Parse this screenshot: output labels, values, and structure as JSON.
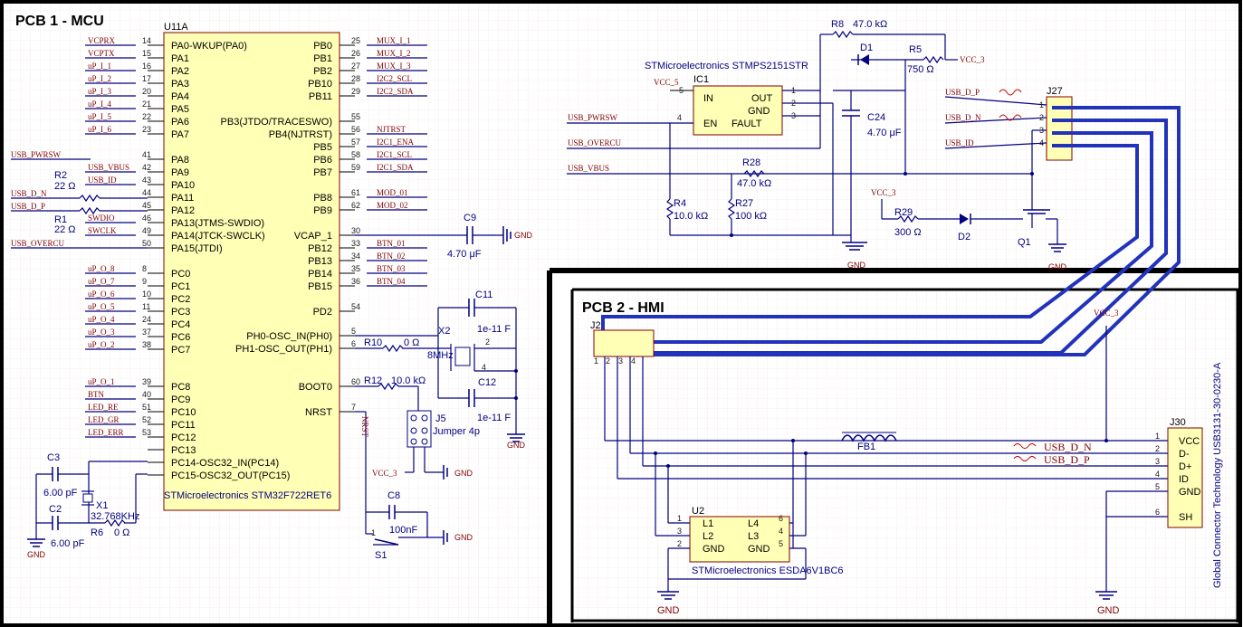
{
  "colors": {
    "wire": "#000080",
    "component_fill": "#ffffb5",
    "component_border": "#800000",
    "bus": "#2233bb",
    "net_label": "#800000",
    "grid": "#f2e3e3"
  },
  "pcb1": {
    "title": "PCB 1 - MCU"
  },
  "pcb2": {
    "title": "PCB 2 - HMI"
  },
  "u11a": {
    "ref": "U11A",
    "part": "STMicroelectronics STM32F722RET6",
    "left_pins": [
      {
        "num": "14",
        "name": "PA0-WKUP(PA0)",
        "net": "VCPRX"
      },
      {
        "num": "15",
        "name": "PA1",
        "net": "VCPTX"
      },
      {
        "num": "16",
        "name": "PA2",
        "net": "uP_I_1"
      },
      {
        "num": "17",
        "name": "PA3",
        "net": "uP_I_2"
      },
      {
        "num": "20",
        "name": "PA4",
        "net": "uP_I_3"
      },
      {
        "num": "21",
        "name": "PA5",
        "net": "uP_I_4"
      },
      {
        "num": "22",
        "name": "PA6",
        "net": "uP_I_5"
      },
      {
        "num": "23",
        "name": "PA7",
        "net": "uP_I_6"
      },
      {
        "num": "41",
        "name": "PA8",
        "net": ""
      },
      {
        "num": "42",
        "name": "PA9",
        "net": "USB_VBUS"
      },
      {
        "num": "43",
        "name": "PA10",
        "net": "USB_ID"
      },
      {
        "num": "44",
        "name": "PA11",
        "net": ""
      },
      {
        "num": "45",
        "name": "PA12",
        "net": ""
      },
      {
        "num": "46",
        "name": "PA13(JTMS-SWDIO)",
        "net": "SWDIO"
      },
      {
        "num": "49",
        "name": "PA14(JTCK-SWCLK)",
        "net": "SWCLK"
      },
      {
        "num": "50",
        "name": "PA15(JTDI)",
        "net": ""
      },
      {
        "num": "8",
        "name": "PC0",
        "net": "uP_O_8"
      },
      {
        "num": "9",
        "name": "PC1",
        "net": "uP_O_7"
      },
      {
        "num": "10",
        "name": "PC2",
        "net": "uP_O_6"
      },
      {
        "num": "11",
        "name": "PC3",
        "net": "uP_O_5"
      },
      {
        "num": "24",
        "name": "PC4",
        "net": "uP_O_4"
      },
      {
        "num": "37",
        "name": "PC6",
        "net": "uP_O_3"
      },
      {
        "num": "38",
        "name": "PC7",
        "net": "uP_O_2"
      },
      {
        "num": "39",
        "name": "PC8",
        "net": "uP_O_1"
      },
      {
        "num": "40",
        "name": "PC9",
        "net": "BTN"
      },
      {
        "num": "51",
        "name": "PC10",
        "net": "LED_RE"
      },
      {
        "num": "52",
        "name": "PC11",
        "net": "LED_GR"
      },
      {
        "num": "53",
        "name": "PC12",
        "net": "LED_ERR"
      },
      {
        "num": "",
        "name": "PC13",
        "net": ""
      },
      {
        "num": "",
        "name": "PC14-OSC32_IN(PC14)",
        "net": ""
      },
      {
        "num": "",
        "name": "PC15-OSC32_OUT(PC15)",
        "net": ""
      }
    ],
    "right_pins": [
      {
        "num": "25",
        "name": "PB0",
        "net": "MUX_I_1"
      },
      {
        "num": "26",
        "name": "PB1",
        "net": "MUX_I_2"
      },
      {
        "num": "27",
        "name": "PB2",
        "net": "MUX_I_3"
      },
      {
        "num": "28",
        "name": "PB10",
        "net": "I2C2_SCL"
      },
      {
        "num": "29",
        "name": "PB11",
        "net": "I2C2_SDA"
      },
      {
        "num": "55",
        "name": "PB3(JTDO/TRACESWO)",
        "net": ""
      },
      {
        "num": "56",
        "name": "PB4(NJTRST)",
        "net": "NJTRST"
      },
      {
        "num": "57",
        "name": "PB5",
        "net": "I2C1_ENA"
      },
      {
        "num": "58",
        "name": "PB6",
        "net": "I2C1_SCL"
      },
      {
        "num": "59",
        "name": "PB7",
        "net": "I2C1_SDA"
      },
      {
        "num": "61",
        "name": "PB8",
        "net": "MOD_01"
      },
      {
        "num": "62",
        "name": "PB9",
        "net": "MOD_02"
      },
      {
        "num": "30",
        "name": "VCAP_1",
        "net": ""
      },
      {
        "num": "33",
        "name": "PB12",
        "net": "BTN_01"
      },
      {
        "num": "34",
        "name": "PB13",
        "net": "BTN_02"
      },
      {
        "num": "35",
        "name": "PB14",
        "net": "BTN_03"
      },
      {
        "num": "36",
        "name": "PB15",
        "net": "BTN_04"
      },
      {
        "num": "54",
        "name": "PD2",
        "net": ""
      },
      {
        "num": "5",
        "name": "PH0-OSC_IN(PH0)",
        "net": ""
      },
      {
        "num": "6",
        "name": "PH1-OSC_OUT(PH1)",
        "net": ""
      },
      {
        "num": "60",
        "name": "BOOT0",
        "net": ""
      },
      {
        "num": "7",
        "name": "NRST",
        "net": ""
      }
    ]
  },
  "pcb1_parts": {
    "usb_pwrsw": "USB_PWRSW",
    "usb_d_n": "USB_D_N",
    "usb_d_p": "USB_D_P",
    "usb_overcu": "USB_OVERCU",
    "r2": {
      "ref": "R2",
      "val": "22 Ω"
    },
    "r1": {
      "ref": "R1",
      "val": "22 Ω"
    },
    "c9": {
      "ref": "C9",
      "val": "4.70 μF"
    },
    "c11": {
      "ref": "C11",
      "val": "1e-11 F"
    },
    "c12": {
      "ref": "C12",
      "val": "1e-11 F"
    },
    "x2": {
      "ref": "X2",
      "val": "8MHz"
    },
    "r10": {
      "ref": "R10",
      "val": "0 Ω"
    },
    "r12": {
      "ref": "R12",
      "val": "10.0 kΩ"
    },
    "j5": {
      "ref": "J5",
      "val": "Jumper 4p"
    },
    "c3": {
      "ref": "C3",
      "val": "6.00 pF"
    },
    "c2": {
      "ref": "C2",
      "val": "6.00 pF"
    },
    "x1": {
      "ref": "X1",
      "val": "32.768KHz"
    },
    "r6": {
      "ref": "R6",
      "val": "0 Ω"
    },
    "c8": {
      "ref": "C8",
      "val": "100nF"
    },
    "s1": {
      "ref": "S1"
    },
    "nrst": "NRST",
    "vcc3": "VCC_3",
    "gnd": "GND",
    "pin_60": "60",
    "pin_7": "7",
    "pin_1": "1",
    "pin_2": "2",
    "pin_3": "3",
    "pin_4": "4"
  },
  "power": {
    "ic1": {
      "ref": "IC1",
      "part": "STMicroelectronics STMPS2151STR",
      "in": "IN",
      "en": "EN",
      "out": "OUT",
      "gnd": "GND",
      "fault": "FAULT"
    },
    "vcc5": "VCC_5",
    "usb_pwrsw": "USB_PWRSW",
    "usb_overcu": "USB_OVERCU",
    "usb_vbus": "USB_VBUS",
    "r8": {
      "ref": "R8",
      "val": "47.0 kΩ"
    },
    "d1": {
      "ref": "D1"
    },
    "r5": {
      "ref": "R5",
      "val": "750 Ω"
    },
    "vcc3": "VCC_3",
    "c24": {
      "ref": "C24",
      "val": "4.70 μF"
    },
    "r28": {
      "ref": "R28",
      "val": "47.0 kΩ"
    },
    "r4": {
      "ref": "R4",
      "val": "10.0 kΩ"
    },
    "r27": {
      "ref": "R27",
      "val": "100 kΩ"
    },
    "r29": {
      "ref": "R29",
      "val": "300 Ω"
    },
    "d2": {
      "ref": "D2"
    },
    "q1": {
      "ref": "Q1"
    },
    "j27": {
      "ref": "J27",
      "pins": [
        "1",
        "2",
        "3",
        "4"
      ]
    },
    "usb_d_p": "USB_D_P",
    "usb_d_n": "USB_D_N",
    "usb_id": "USB_ID",
    "gnd": "GND",
    "pin_5": "5",
    "pin_4": "4",
    "pin_1": "1",
    "pin_2": "2",
    "pin_3": "3"
  },
  "hmi": {
    "j2": {
      "ref": "J2",
      "pins": [
        "1",
        "2",
        "3",
        "4"
      ]
    },
    "vcc3": "VCC_3",
    "fb1": {
      "ref": "FB1"
    },
    "usb_d_n": "USB_D_N",
    "usb_d_p": "USB_D_P",
    "j30": {
      "ref": "J30",
      "part": "Global Connector Technology USB3131-30-0230-A",
      "pins": [
        {
          "num": "1",
          "name": "VCC"
        },
        {
          "num": "2",
          "name": "D-"
        },
        {
          "num": "3",
          "name": "D+"
        },
        {
          "num": "4",
          "name": "ID"
        },
        {
          "num": "5",
          "name": "GND"
        },
        {
          "num": "6",
          "name": "SH"
        }
      ]
    },
    "u2": {
      "ref": "U2",
      "part": "STMicroelectronics ESDA6V1BC6",
      "pins": [
        {
          "num": "1",
          "name": "L1"
        },
        {
          "num": "3",
          "name": "L2"
        },
        {
          "num": "2",
          "name": "GND"
        },
        {
          "num": "6",
          "name": "L4"
        },
        {
          "num": "4",
          "name": "L3"
        },
        {
          "num": "5",
          "name": "GND"
        }
      ]
    },
    "gnd": "GND"
  }
}
